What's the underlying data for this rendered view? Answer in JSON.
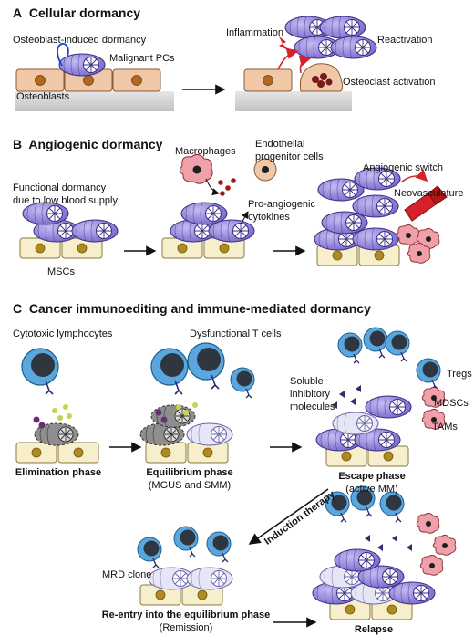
{
  "panels": {
    "A": {
      "letter": "A",
      "title": "Cellular dormancy",
      "labels": {
        "osteoblast_induced": "Osteoblast-induced dormancy",
        "malignant_pcs": "Malignant PCs",
        "osteoblasts": "Osteoblasts",
        "inflammation": "Inflammation",
        "reactivation": "Reactivation",
        "osteoclast_activation": "Osteoclast activation"
      }
    },
    "B": {
      "letter": "B",
      "title": "Angiogenic dormancy",
      "labels": {
        "functional_dormancy_1": "Functional dormancy",
        "functional_dormancy_2": "due to low blood supply",
        "mscs": "MSCs",
        "macrophages": "Macrophages",
        "endothelial_1": "Endothelial",
        "endothelial_2": "progenitor cells",
        "pro_angiogenic_1": "Pro-angiogenic",
        "pro_angiogenic_2": "cytokines",
        "angiogenic_switch": "Angiogenic switch",
        "neovasculature": "Neovasculature"
      }
    },
    "C": {
      "letter": "C",
      "title": "Cancer immunoediting and immune-mediated dormancy",
      "labels": {
        "cytotoxic_lymphocytes": "Cytotoxic lymphocytes",
        "dysfunctional_t_cells": "Dysfunctional T cells",
        "soluble_1": "Soluble",
        "soluble_2": "inhibitory",
        "soluble_3": "molecules",
        "tregs": "Tregs",
        "mdscs": "MDSCs",
        "tams": "TAMs",
        "elimination_phase": "Elimination phase",
        "equilibrium_phase": "Equilibrium phase",
        "equilibrium_sub": "(MGUS and SMM)",
        "escape_phase": "Escape phase",
        "escape_sub": "(active MM)",
        "induction_therapy": "Induction therapy",
        "mrd_clone": "MRD clone",
        "reentry": "Re-entry into the equilibrium phase",
        "remission": "(Remission)",
        "relapse": "Relapse"
      }
    }
  },
  "colors": {
    "myeloma_cell": "#8a7fd6",
    "myeloma_outline": "#3b2f86",
    "osteoblast": "#f0c8a8",
    "msc": "#f7eecb",
    "nucleus": "#b0691f",
    "t_cell": "#5aa6de",
    "macrophage": "#f0a0a8",
    "red": "#d8202a",
    "bone": "#d4d4d4"
  }
}
